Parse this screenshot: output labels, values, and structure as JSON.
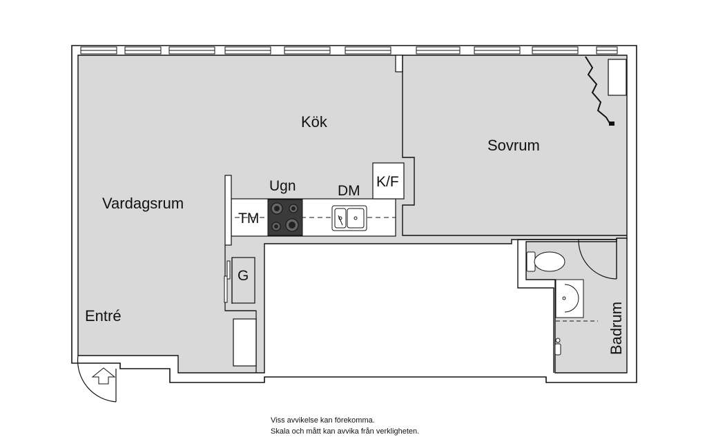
{
  "rooms": {
    "kitchen": "Kök",
    "bedroom": "Sovrum",
    "living_room": "Vardagsrum",
    "entrance": "Entré",
    "bathroom": "Badrum"
  },
  "fixtures": {
    "oven": "Ugn",
    "dishwasher": "DM",
    "fridge_freezer": "K/F",
    "washing_machine": "TM",
    "wardrobe": "G"
  },
  "disclaimer": {
    "line1": "Viss avvikelse kan förekomma.",
    "line2": "Skala och mått kan avvika från verkligheten."
  },
  "colors": {
    "floor": "#d9d9d9",
    "wall": "#111111",
    "background": "#ffffff"
  },
  "icons": [
    "entrance-arrow-icon",
    "hob-icon",
    "sink-icon",
    "toilet-icon",
    "washbasin-icon",
    "shower-icon"
  ]
}
